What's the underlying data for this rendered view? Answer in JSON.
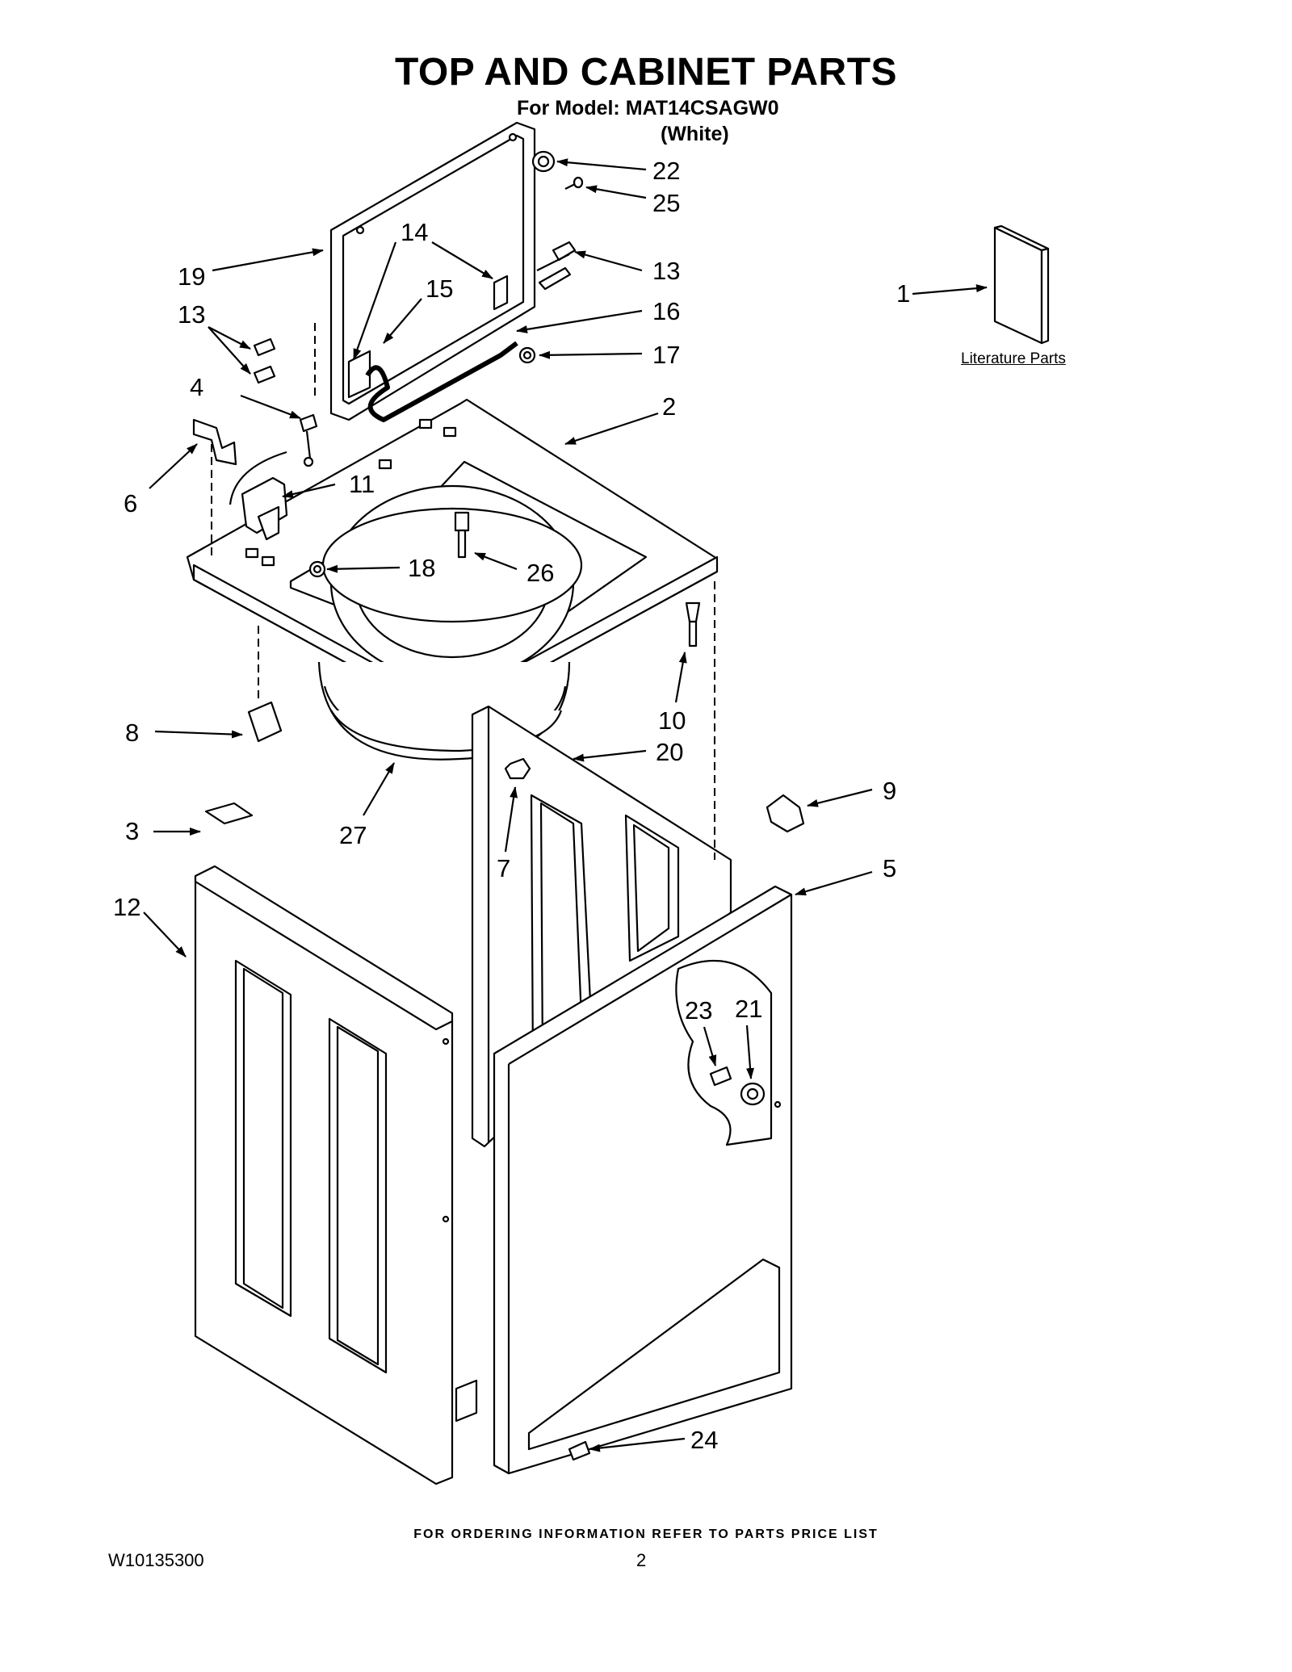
{
  "header": {
    "title": "TOP AND CABINET PARTS",
    "model_line": "For Model: MAT14CSAGW0",
    "variant": "(White)"
  },
  "literature": {
    "label": "Literature Parts"
  },
  "callouts": [
    {
      "id": "c1",
      "label": "1"
    },
    {
      "id": "c2",
      "label": "2"
    },
    {
      "id": "c3",
      "label": "3"
    },
    {
      "id": "c4",
      "label": "4"
    },
    {
      "id": "c5",
      "label": "5"
    },
    {
      "id": "c6",
      "label": "6"
    },
    {
      "id": "c7",
      "label": "7"
    },
    {
      "id": "c8",
      "label": "8"
    },
    {
      "id": "c9",
      "label": "9"
    },
    {
      "id": "c10",
      "label": "10"
    },
    {
      "id": "c11",
      "label": "11"
    },
    {
      "id": "c12",
      "label": "12"
    },
    {
      "id": "c13a",
      "label": "13"
    },
    {
      "id": "c13b",
      "label": "13"
    },
    {
      "id": "c14",
      "label": "14"
    },
    {
      "id": "c15",
      "label": "15"
    },
    {
      "id": "c16",
      "label": "16"
    },
    {
      "id": "c17",
      "label": "17"
    },
    {
      "id": "c18",
      "label": "18"
    },
    {
      "id": "c19",
      "label": "19"
    },
    {
      "id": "c20",
      "label": "20"
    },
    {
      "id": "c21",
      "label": "21"
    },
    {
      "id": "c22",
      "label": "22"
    },
    {
      "id": "c23",
      "label": "23"
    },
    {
      "id": "c24",
      "label": "24"
    },
    {
      "id": "c25",
      "label": "25"
    },
    {
      "id": "c26",
      "label": "26"
    },
    {
      "id": "c27",
      "label": "27"
    }
  ],
  "footer": {
    "ordering_note": "FOR ORDERING INFORMATION REFER TO PARTS PRICE LIST",
    "doc_id": "W10135300",
    "page": "2"
  }
}
